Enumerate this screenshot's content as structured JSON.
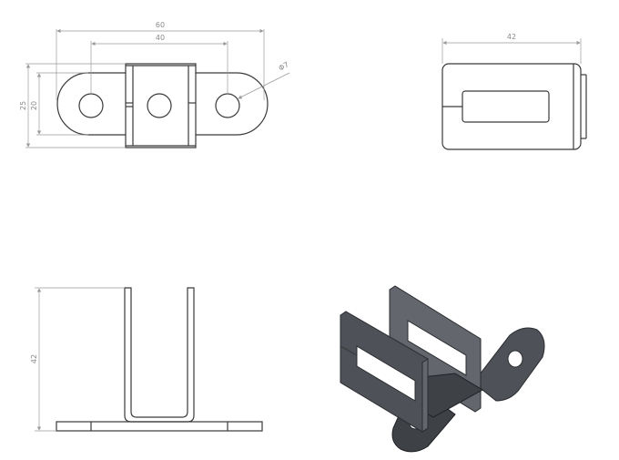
{
  "drawing": {
    "dimensions": {
      "front_overall_width": "60",
      "front_hole_spacing": "40",
      "front_overall_height": "25",
      "front_inner_height": "20",
      "hole_diameter": "Φ7",
      "side_width": "42",
      "height": "42"
    }
  }
}
